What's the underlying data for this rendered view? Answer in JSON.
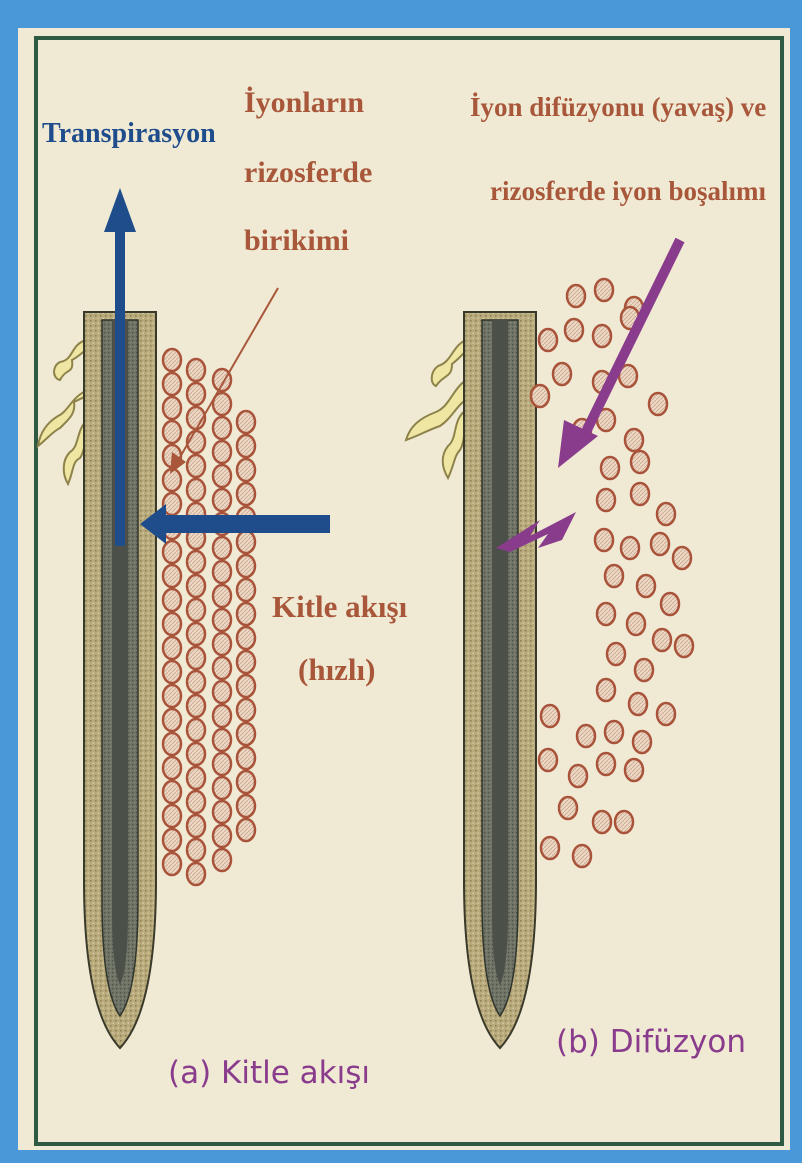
{
  "panel_a": {
    "labels": {
      "transpiration": "Transpirasyon",
      "accumulation": [
        "İyonların",
        "rizosferde",
        "birikimi"
      ],
      "mass_flow": [
        "Kitle akışı",
        "(hızlı)"
      ]
    },
    "caption": "(a) Kitle akışı"
  },
  "panel_b": {
    "labels": {
      "diffusion": [
        "İyon difüzyonu (yavaş) ve",
        "rizosferde iyon boşalımı"
      ]
    },
    "caption": "(b) Difüzyon"
  },
  "colors": {
    "frame_blue": "#4a98d8",
    "paper": "#f1ecd9",
    "border_green": "#2e5a44",
    "root_outer": "#b6a77a",
    "root_inner": "#5d6156",
    "blue_arrow": "#1f4d8c",
    "brown_text": "#a8573a",
    "purple": "#8a3c8c",
    "ion_ring": "#a9543a",
    "ion_fill": "#e8d6c3"
  }
}
